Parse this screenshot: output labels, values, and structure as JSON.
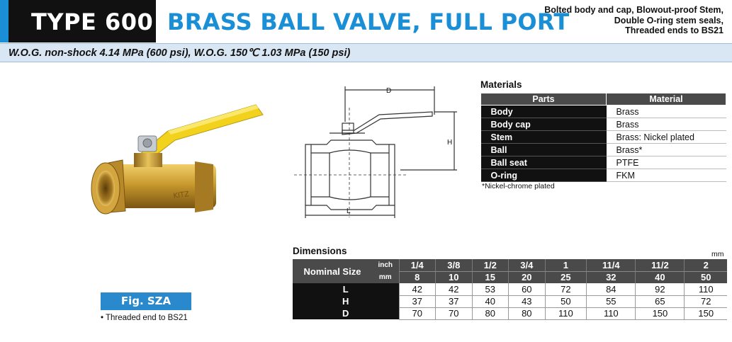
{
  "header": {
    "type_label": "TYPE 600",
    "title": "BRASS BALL VALVE, FULL PORT",
    "notes": [
      "Bolted body and cap, Blowout-proof Stem,",
      "Double O-ring stem seals,",
      "Threaded ends to BS21"
    ],
    "spec": "W.O.G. non-shock 4.14 MPa (600 psi), W.O.G. 150℃ 1.03 MPa (150 psi)"
  },
  "figure": {
    "badge": "Fig. SZA",
    "note": "• Threaded end to BS21"
  },
  "drawing": {
    "dim_d": "D",
    "dim_h": "H",
    "dim_l": "L"
  },
  "materials": {
    "heading": "Materials",
    "col_parts": "Parts",
    "col_material": "Material",
    "rows": [
      {
        "part": "Body",
        "material": "Brass"
      },
      {
        "part": "Body cap",
        "material": "Brass"
      },
      {
        "part": "Stem",
        "material": "Brass: Nickel plated"
      },
      {
        "part": "Ball",
        "material": "Brass*"
      },
      {
        "part": "Ball seat",
        "material": "PTFE"
      },
      {
        "part": "O-ring",
        "material": "FKM"
      }
    ],
    "footnote": "*Nickel-chrome plated"
  },
  "dimensions": {
    "heading": "Dimensions",
    "unit": "mm",
    "nominal_label": "Nominal Size",
    "inch_label": "inch",
    "mm_label": "mm",
    "inch_sizes": [
      "1/4",
      "3/8",
      "1/2",
      "3/4",
      "1",
      "11/4",
      "11/2",
      "2"
    ],
    "mm_sizes": [
      "8",
      "10",
      "15",
      "20",
      "25",
      "32",
      "40",
      "50"
    ],
    "rows": [
      {
        "label": "L",
        "values": [
          "42",
          "42",
          "53",
          "60",
          "72",
          "84",
          "92",
          "110"
        ]
      },
      {
        "label": "H",
        "values": [
          "37",
          "37",
          "40",
          "43",
          "50",
          "55",
          "65",
          "72"
        ]
      },
      {
        "label": "D",
        "values": [
          "70",
          "70",
          "80",
          "80",
          "110",
          "110",
          "150",
          "150"
        ]
      }
    ]
  },
  "colors": {
    "accent_blue": "#1a8fd6",
    "spec_bar": "#d9e6f3",
    "header_black": "#111111",
    "table_gray": "#4a4a4a",
    "handle_yellow": "#f2d21c",
    "brass": "#c99a2e"
  }
}
